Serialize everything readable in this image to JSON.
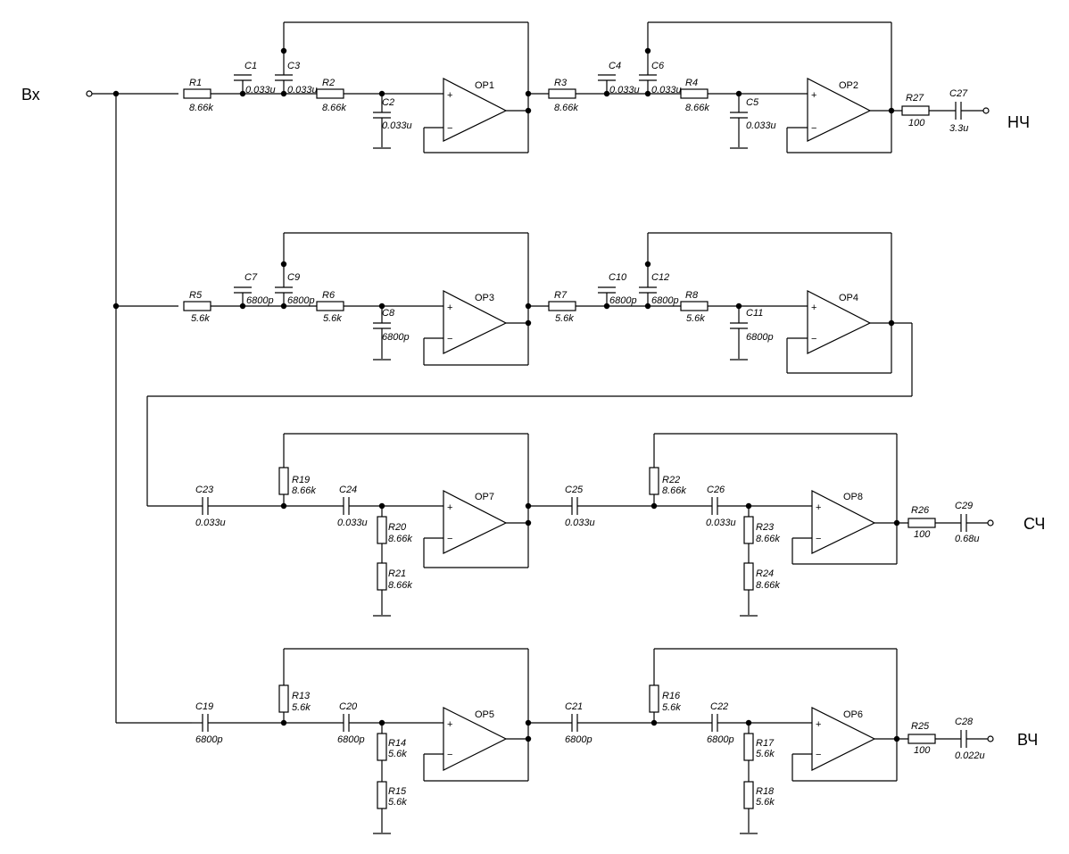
{
  "ports": {
    "input": "Вх",
    "out_low": "НЧ",
    "out_mid": "СЧ",
    "out_high": "ВЧ"
  },
  "opamps": {
    "op1": "OP1",
    "op2": "OP2",
    "op3": "OP3",
    "op4": "OP4",
    "op5": "OP5",
    "op6": "OP6",
    "op7": "OP7",
    "op8": "OP8",
    "plus": "+",
    "minus": "−"
  },
  "resistors": {
    "r1": {
      "name": "R1",
      "value": "8.66k"
    },
    "r2": {
      "name": "R2",
      "value": "8.66k"
    },
    "r3": {
      "name": "R3",
      "value": "8.66k"
    },
    "r4": {
      "name": "R4",
      "value": "8.66k"
    },
    "r5": {
      "name": "R5",
      "value": "5.6k"
    },
    "r6": {
      "name": "R6",
      "value": "5.6k"
    },
    "r7": {
      "name": "R7",
      "value": "5.6k"
    },
    "r8": {
      "name": "R8",
      "value": "5.6k"
    },
    "r13": {
      "name": "R13",
      "value": "5.6k"
    },
    "r14": {
      "name": "R14",
      "value": "5.6k"
    },
    "r15": {
      "name": "R15",
      "value": "5.6k"
    },
    "r16": {
      "name": "R16",
      "value": "5.6k"
    },
    "r17": {
      "name": "R17",
      "value": "5.6k"
    },
    "r18": {
      "name": "R18",
      "value": "5.6k"
    },
    "r19": {
      "name": "R19",
      "value": "8.66k"
    },
    "r20": {
      "name": "R20",
      "value": "8.66k"
    },
    "r21": {
      "name": "R21",
      "value": "8.66k"
    },
    "r22": {
      "name": "R22",
      "value": "8.66k"
    },
    "r23": {
      "name": "R23",
      "value": "8.66k"
    },
    "r24": {
      "name": "R24",
      "value": "8.66k"
    },
    "r25": {
      "name": "R25",
      "value": "100"
    },
    "r26": {
      "name": "R26",
      "value": "100"
    },
    "r27": {
      "name": "R27",
      "value": "100"
    }
  },
  "capacitors": {
    "c1": {
      "name": "C1",
      "value": "0.033u"
    },
    "c2": {
      "name": "C2",
      "value": "0.033u"
    },
    "c3": {
      "name": "C3",
      "value": "0.033u"
    },
    "c4": {
      "name": "C4",
      "value": "0.033u"
    },
    "c5": {
      "name": "C5",
      "value": "0.033u"
    },
    "c6": {
      "name": "C6",
      "value": "0.033u"
    },
    "c7": {
      "name": "C7",
      "value": "6800p"
    },
    "c8": {
      "name": "C8",
      "value": "6800p"
    },
    "c9": {
      "name": "C9",
      "value": "6800p"
    },
    "c10": {
      "name": "C10",
      "value": "6800p"
    },
    "c11": {
      "name": "C11",
      "value": "6800p"
    },
    "c12": {
      "name": "C12",
      "value": "6800p"
    },
    "c19": {
      "name": "C19",
      "value": "6800p"
    },
    "c20": {
      "name": "C20",
      "value": "6800p"
    },
    "c21": {
      "name": "C21",
      "value": "6800p"
    },
    "c22": {
      "name": "C22",
      "value": "6800p"
    },
    "c23": {
      "name": "C23",
      "value": "0.033u"
    },
    "c24": {
      "name": "C24",
      "value": "0.033u"
    },
    "c25": {
      "name": "C25",
      "value": "0.033u"
    },
    "c26": {
      "name": "C26",
      "value": "0.033u"
    },
    "c27": {
      "name": "C27",
      "value": "3.3u"
    },
    "c28": {
      "name": "C28",
      "value": "0.022u"
    },
    "c29": {
      "name": "C29",
      "value": "0.68u"
    }
  }
}
